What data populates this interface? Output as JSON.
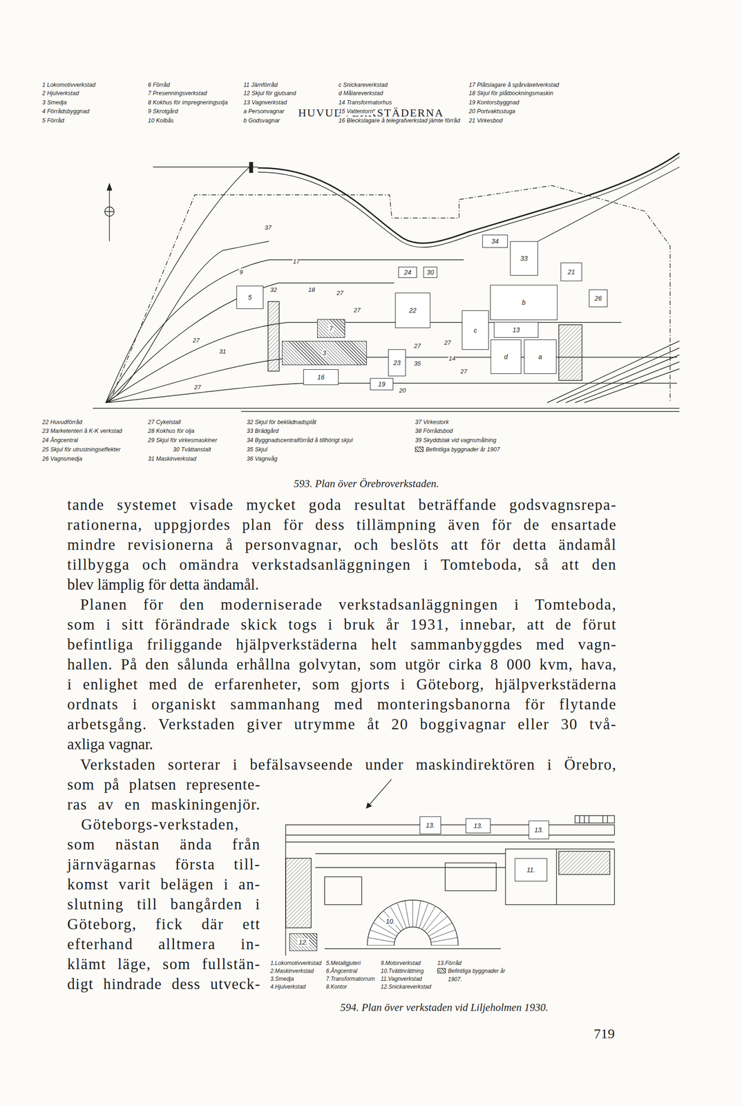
{
  "diagram": {
    "title": "HUVUDVERKSTÄDERNA",
    "caption": "593. Plan över Örebroverkstaden.",
    "nodes": [
      {
        "text": [
          "5"
        ]
      },
      {
        "text": [
          "3"
        ]
      },
      {
        "text": [
          "7"
        ]
      },
      {
        "text": [
          "16"
        ]
      },
      {
        "text": [
          "24"
        ]
      },
      {
        "text": [
          "30"
        ]
      },
      {
        "text": [
          "22"
        ]
      },
      {
        "text": [
          "23"
        ]
      },
      {
        "text": [
          "19"
        ]
      },
      {
        "text": [
          "34"
        ]
      },
      {
        "text": [
          "33"
        ]
      },
      {
        "text": [
          "b"
        ]
      },
      {
        "text": [
          "c"
        ]
      },
      {
        "text": [
          "13"
        ]
      },
      {
        "text": [
          "d"
        ]
      },
      {
        "text": [
          "a"
        ]
      },
      {
        "text": [
          "21"
        ]
      },
      {
        "text": [
          "26"
        ]
      },
      {
        "text": [
          "13."
        ]
      },
      {
        "text": [
          "13."
        ]
      },
      {
        "text": [
          "13."
        ]
      },
      {
        "text": [
          "11."
        ]
      },
      {
        "text": [
          "10."
        ]
      },
      {
        "text": [
          "12."
        ]
      }
    ],
    "labels": [
      "1 Lokomotivverkstad",
      "2 Hjulverkstad",
      "3 Smedja",
      "4 Förrådsbyggnad",
      "5 Förråd",
      "6 Förråd",
      "7 Presenningsverkstad",
      "8 Kokhus för impregneringsolja",
      "9 Skrotgård",
      "10 Kolbås",
      "11 Järnförråd",
      "12 Skjul för gjutsand",
      "13 Vagnverkstad",
      "a Personvagnar",
      "b Godsvagnar",
      "c Snickareverkstad",
      "d Målareverkstad",
      "14 Transformatorhus",
      "15 Vattentorn",
      "16 Bleckslagare å telegrafverkstad jämte förråd",
      "17 Plåtslagare å spårväxelverkstad",
      "18 Skjul för plåtbockningsmaskin",
      "19 Kontorsbyggnad",
      "20 Portvaktsstuga",
      "21 Virkesbod",
      "37",
      "9",
      "17",
      "32",
      "18",
      "27",
      "27",
      "27",
      "31",
      "27",
      "27",
      "35",
      "27",
      "14",
      "27",
      "20",
      "22 Huvudförråd",
      "23 Marketenteri å K-K verkstad",
      "24 Ångcentral",
      "25 Skjul för utrustningseffekter",
      "26 Vagnsmedja",
      "27 Cykelstall",
      "28 Kokhus för olja",
      "29 Skjul för virkesmaskiner",
      "30 Tvättanstalt",
      "31 Maskinverkstad",
      "32 Skjul för beklädnadsplåt",
      "33 Brädgård",
      "34 Byggnadscentralförråd å tillhörigt skjul",
      "35 Skjul",
      "36 Vagnvåg",
      "37 Virkestork",
      "38 Förrådsbod",
      "39 Skyddstak vid vagnsmålning",
      "1.Lokomotivverkstad",
      "2.Maskinverkstad",
      "3.Smedja",
      "4.Hjulverkstad",
      "5.Metallgjuteri",
      "6.Ångcentral",
      "7.Transformatorrum",
      "8.Kontor",
      "9.Motorverkstad",
      "10.Tvättinrättning",
      "11.Vagnverkstad",
      "12.Snickareverkstad",
      "13.Förråd",
      "594. Plan över verkstaden vid Liljeholmen 1930.",
      "tande systemet visade mycket goda resultat beträffande godsvagnsrepa-",
      "rationerna, uppgjordes plan för dess tillämpning även för de ensartade",
      "mindre revisionerna å personvagnar, och beslöts att för detta ändamål",
      "tillbygga och omändra verkstadsanläggningen i Tomteboda, så att den",
      "blev lämplig för detta ändamål.",
      "Planen för den moderniserade verkstadsanläggningen i Tomteboda,",
      "som i sitt förändrade skick togs i bruk år 1931, innebar, att de förut",
      "befintliga friliggande hjälpverkstäderna helt sammanbyggdes med vagn-",
      "hallen. På den sålunda erhållna golvytan, som utgör cirka 8 000 kvm, hava,",
      "i enlighet med de erfarenheter, som gjorts i Göteborg, hjälpverkstäderna",
      "ordnats i organiskt sammanhang med monteringsbanorna för flytande",
      "arbetsgång. Verkstaden giver utrymme åt 20 boggivagnar eller 30 två-",
      "axliga vagnar.",
      "Verkstaden sorterar i befälsavseende under maskindirektören i Örebro,",
      "som på platsen represente-",
      "ras av en maskiningenjör.",
      "Göteborgs-verkstaden,",
      "som nästan ända från",
      "järnvägarnas första till-",
      "komst varit belägen i an-",
      "slutning till bangården i",
      "Göteborg, fick där ett",
      "efterhand alltmera in-",
      "klämt läge, som fullstän-",
      "digt hindrade dess utveck-",
      "719"
    ],
    "legend": [
      {
        "text": "Befintliga byggnader år 1907"
      },
      {
        "text": "Befintliga byggnader år 1907."
      }
    ]
  }
}
